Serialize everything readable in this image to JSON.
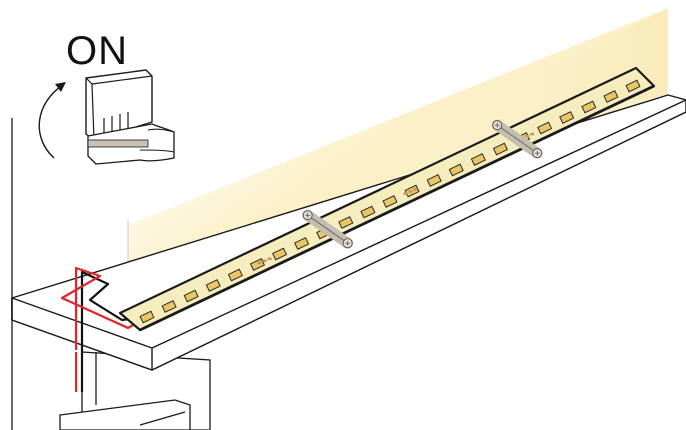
{
  "switch": {
    "state_label": "ON",
    "action_icon": "curved-arrow-icon"
  },
  "strip": {
    "led_count": 23,
    "clip_count": 2
  },
  "colors": {
    "glow": "#fbf0c8",
    "led_fill": "#e8c565",
    "strip_fill": "#f6edbf",
    "wire_red": "#e0262b",
    "wire_black": "#111111",
    "clip": "#c4bdb2",
    "line": "#1a1a1a"
  }
}
